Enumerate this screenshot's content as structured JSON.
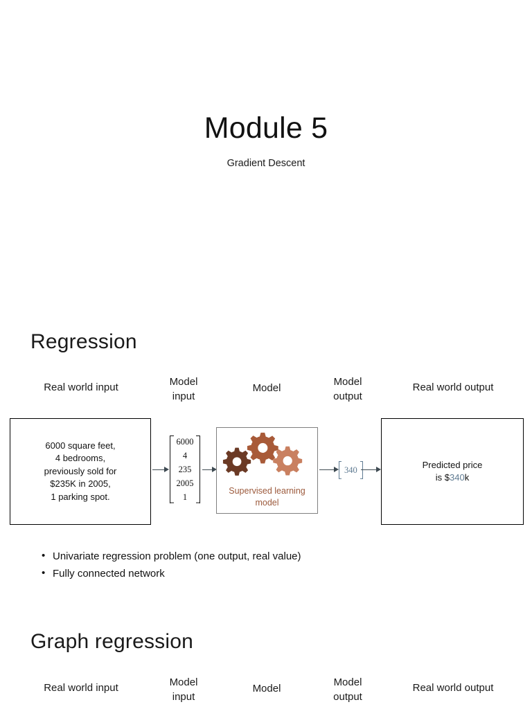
{
  "title": {
    "heading": "Module 5",
    "subtitle": "Gradient Descent"
  },
  "sections": [
    {
      "id": "regression",
      "heading": "Regression",
      "column_labels": {
        "real_world_input": "Real world input",
        "model_input": "Model\ninput",
        "model": "Model",
        "model_output": "Model\noutput",
        "real_world_output": "Real world output"
      },
      "input_box": {
        "lines": [
          "6000 square feet,",
          "4 bedrooms,",
          "previously sold for",
          "$235K in 2005,",
          "1 parking spot."
        ]
      },
      "model_input_vector": [
        "6000",
        "4",
        "235",
        "2005",
        "1"
      ],
      "model": {
        "caption_line1": "Supervised learning",
        "caption_line2": "model",
        "icon": "gears-icon",
        "border_color": "#7f7f7f",
        "caption_color": "#9c5a3c",
        "gear_colors": [
          "#6b3a25",
          "#a85a38",
          "#c98060"
        ]
      },
      "model_output_scalar": "340",
      "model_output_color": "#5f7b92",
      "output_box": {
        "line1": "Predicted price",
        "line2_prefix": "is $",
        "line2_value": "340",
        "line2_suffix": "k"
      },
      "bullets": [
        "Univariate regression problem (one output, real value)",
        "Fully connected network"
      ]
    },
    {
      "id": "graph-regression",
      "heading": "Graph regression",
      "column_labels": {
        "real_world_input": "Real world input",
        "model_input": "Model\ninput",
        "model": "Model",
        "model_output": "Model\noutput",
        "real_world_output": "Real world output"
      }
    }
  ],
  "colors": {
    "text": "#111111",
    "accent_blue": "#5f7b92",
    "accent_brown": "#9c5a3c",
    "box_border": "#000000",
    "model_border": "#7f7f7f",
    "arrow": "#3e4a52"
  }
}
